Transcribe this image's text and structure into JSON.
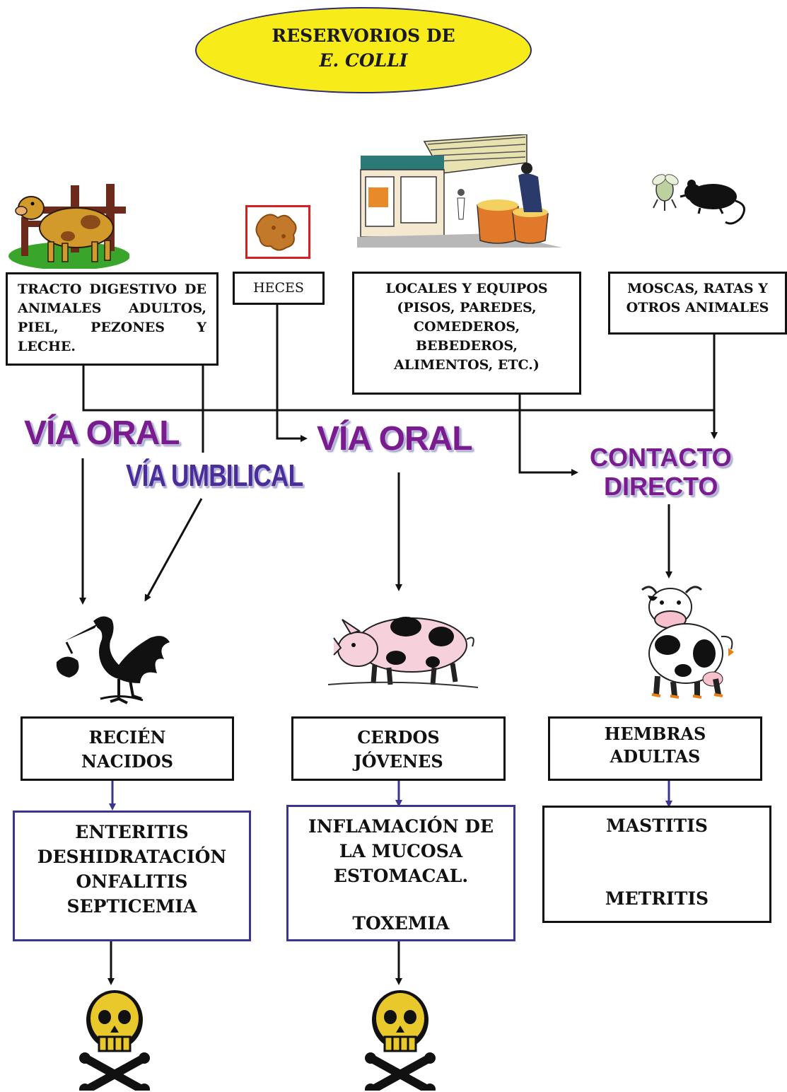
{
  "title": {
    "line1": "RESERVORIOS DE",
    "line2": "E. COLLI"
  },
  "sources": {
    "digestive": "TRACTO DIGESTIVO DE ANIMALES ADULTOS, PIEL, PEZONES Y LECHE.",
    "feces": "HECES",
    "premises": "LOCALES Y EQUIPOS (PISOS, PAREDES, COMEDEROS, BEBEDEROS, ALIMENTOS, ETC.)",
    "vectors": "MOSCAS, RATAS Y OTROS ANIMALES"
  },
  "routes": {
    "oral_left": "VÍA ORAL",
    "umbilical": "VÍA UMBILICAL",
    "oral_center": "VÍA ORAL",
    "direct_contact_1": "CONTACTO",
    "direct_contact_2": "DIRECTO"
  },
  "hosts": {
    "newborns_1": "RECIÉN",
    "newborns_2": "NACIDOS",
    "pigs_1": "CERDOS",
    "pigs_2": "JÓVENES",
    "females_1": "HEMBRAS",
    "females_2": "ADULTAS"
  },
  "diseases": {
    "newborns": [
      "ENTERITIS",
      "DESHIDRATACIÓN",
      "ONFALITIS",
      "SEPTICEMIA"
    ],
    "pigs": [
      "INFLAMACIÓN DE",
      "LA MUCOSA",
      "ESTOMACAL.",
      "TOXEMIA"
    ],
    "females": [
      "MASTITIS",
      "METRITIS"
    ]
  },
  "colors": {
    "title_fill": "#f7ec1a",
    "route_text": "#7a1c8f",
    "disease_border": "#3a3590",
    "skull": "#e8c82a"
  }
}
